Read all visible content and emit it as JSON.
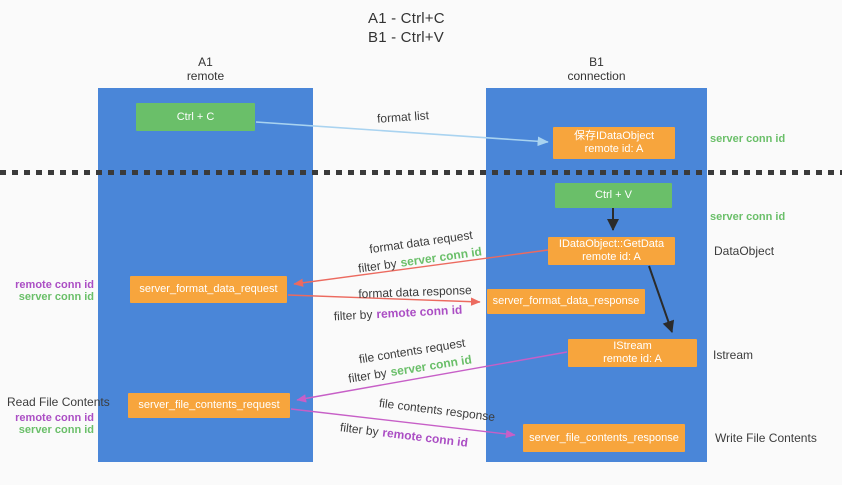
{
  "title": {
    "line1": "A1 - Ctrl+C",
    "line2": "B1 - Ctrl+V"
  },
  "lanes": {
    "left": {
      "name": "A1",
      "subtitle": "remote"
    },
    "right": {
      "name": "B1",
      "subtitle": "connection"
    }
  },
  "nodes": {
    "ctrl_c": {
      "label": "Ctrl + C"
    },
    "save_dataobject": {
      "line1": "保存IDataObject",
      "line2": "remote id: A"
    },
    "ctrl_v": {
      "label": "Ctrl + V"
    },
    "getdata": {
      "line1": "IDataObject::GetData",
      "line2": "remote id: A"
    },
    "format_data_request": {
      "label": "server_format_data_request"
    },
    "format_data_response": {
      "label": "server_format_data_response"
    },
    "istream": {
      "line1": "IStream",
      "line2": "remote id: A"
    },
    "file_contents_request": {
      "label": "server_file_contents_request"
    },
    "file_contents_response": {
      "label": "server_file_contents_response"
    }
  },
  "edges": {
    "format_list": {
      "label": "format list"
    },
    "format_data_request": {
      "label": "format data request",
      "filter_prefix": "filter by",
      "filter_key": "server conn id"
    },
    "format_data_response": {
      "label": "format data response",
      "filter_prefix": "filter by",
      "filter_key": "remote conn id"
    },
    "file_contents_request": {
      "label": "file contents request",
      "filter_prefix": "filter by",
      "filter_key": "server conn id"
    },
    "file_contents_response": {
      "label": "file contents response",
      "filter_prefix": "filter by",
      "filter_key": "remote conn id"
    }
  },
  "annotations": {
    "server_conn_id_top": "server conn id",
    "server_conn_id_mid": "server conn id",
    "dataobject": "DataObject",
    "istream": "Istream",
    "write_file_contents": "Write File Contents",
    "read_file_contents": "Read File Contents",
    "format_remote_conn_id": "remote conn id",
    "format_server_conn_id": "server conn id",
    "file_remote_conn_id": "remote conn id",
    "file_server_conn_id": "server conn id"
  },
  "colors": {
    "lane_blue": "#4a86d8",
    "node_green": "#6abf69",
    "node_orange": "#f7a53d",
    "arrow_red": "#ec6a5f",
    "arrow_magenta": "#c75fc7",
    "arrow_light_blue": "#a9d3f0",
    "arrow_black": "#2b2b2b",
    "conn_id_green": "#6abf69",
    "conn_id_purple": "#ab4ec4"
  }
}
